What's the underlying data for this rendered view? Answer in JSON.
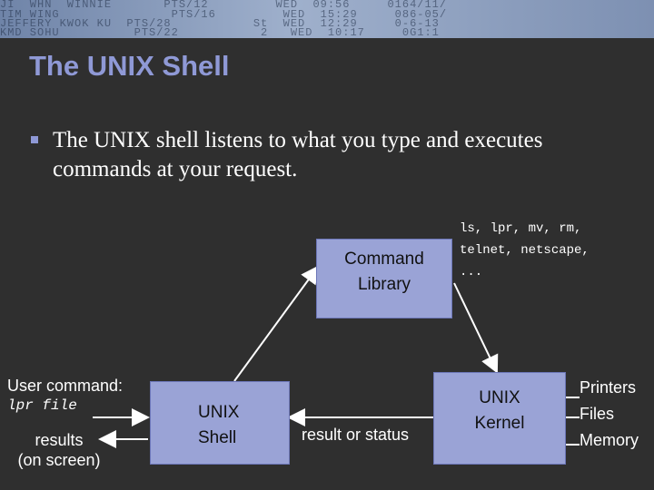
{
  "banner": {
    "lines": [
      "JI  WHN  WINNIE       PTS/12         WED  09:56     0164/11/",
      "TIM WING               PTS/16         WED  15:29     086-05/",
      "JEFFERY KWOK KU  PTS/28           St  WED  12:29     0-6-13",
      "KMD SOHU          PTS/22           2   WED  10:17     0G1:1"
    ]
  },
  "slide": {
    "title": "The UNIX Shell",
    "bullet": "The UNIX shell listens to what you type and executes commands at your request."
  },
  "diagram": {
    "command_library": [
      "Command",
      "Library"
    ],
    "commands_list": [
      "ls, lpr, mv, rm,",
      "telnet, netscape,",
      "..."
    ],
    "user_command_label": "User command:",
    "user_command_example": "lpr file",
    "results_label": [
      "results",
      "(on screen)"
    ],
    "unix_shell": [
      "UNIX",
      "Shell"
    ],
    "result_or_status": "result or status",
    "unix_kernel": [
      "UNIX",
      "Kernel"
    ],
    "devices": [
      "Printers",
      "Files",
      "Memory"
    ]
  }
}
